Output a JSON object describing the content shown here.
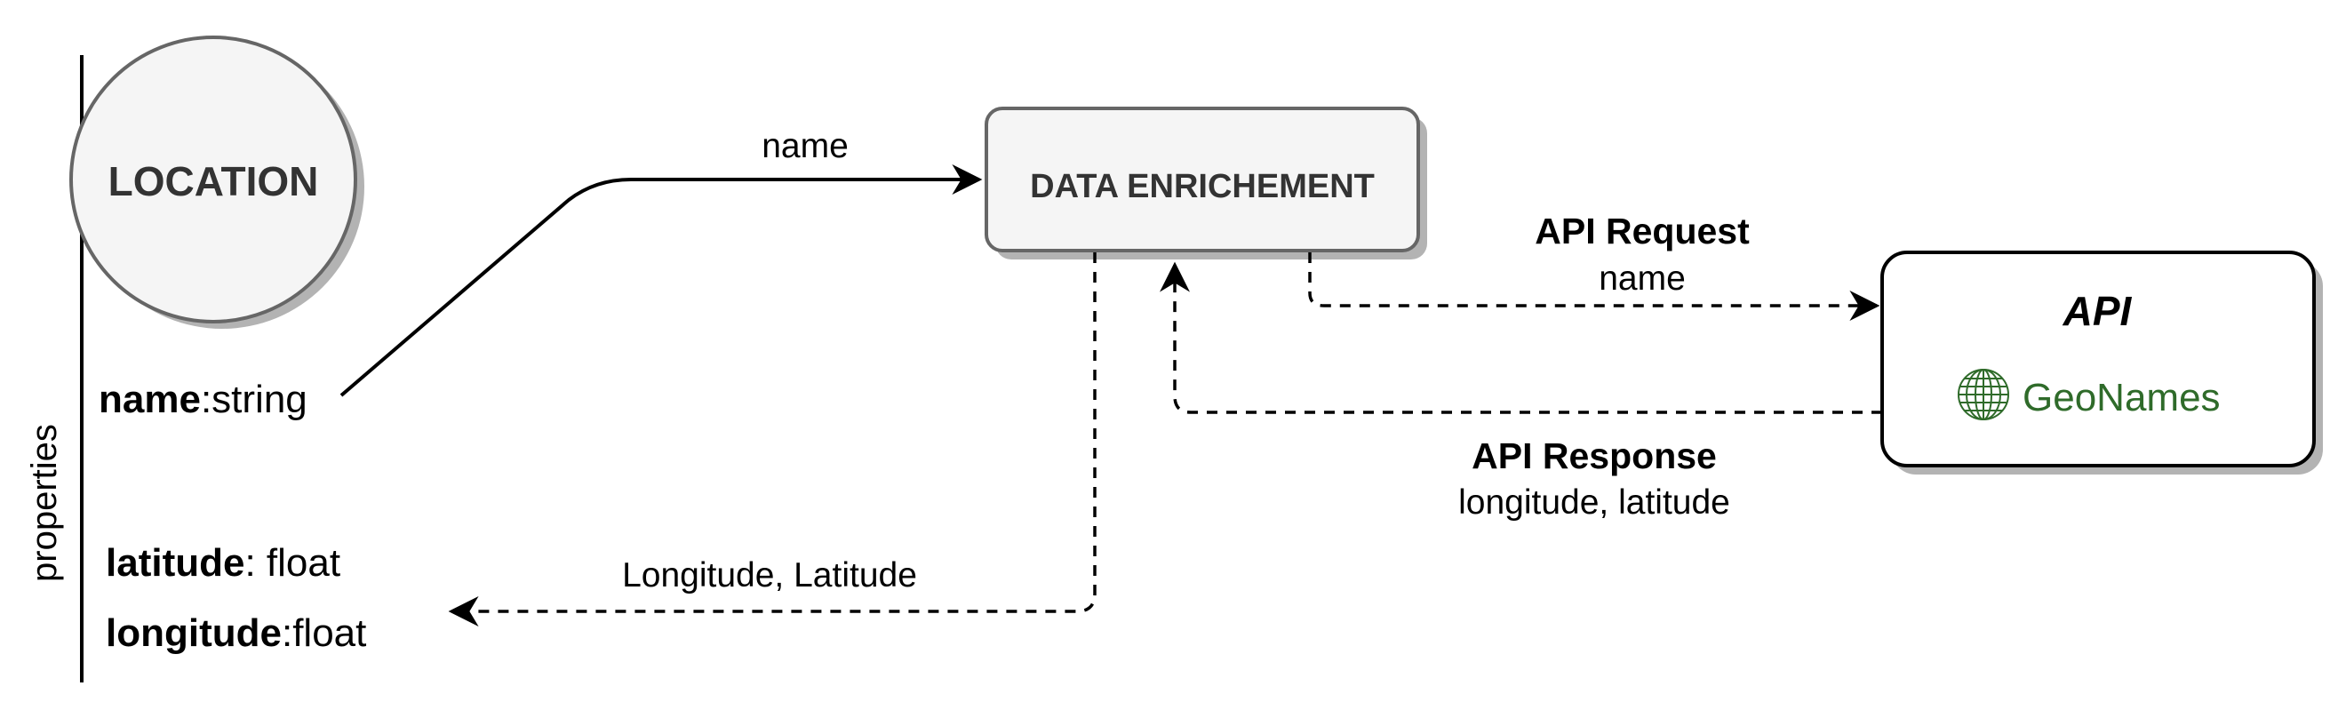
{
  "colors": {
    "node_fill": "#f5f5f5",
    "node_stroke": "#666666",
    "node_text": "#333333",
    "edge": "#000000",
    "geonames_green": "#2f6b2a"
  },
  "entity": {
    "title": "LOCATION",
    "properties_label": "properties",
    "attributes": [
      {
        "name": "name",
        "type": ":string"
      },
      {
        "name": "latitude",
        "type": ": float"
      },
      {
        "name": "longitude",
        "type": ":float"
      }
    ]
  },
  "process": {
    "title": "DATA ENRICHEMENT"
  },
  "api": {
    "title": "API",
    "logo_icon": "globe-icon",
    "logo_text": "GeoNames"
  },
  "edges": {
    "name_to_enrichment": {
      "label": "name"
    },
    "request": {
      "title": "API Request",
      "label": "name"
    },
    "response": {
      "title": "API Response",
      "label": "longitude, latitude"
    },
    "coords_back": {
      "label": "Longitude, Latitude"
    }
  }
}
